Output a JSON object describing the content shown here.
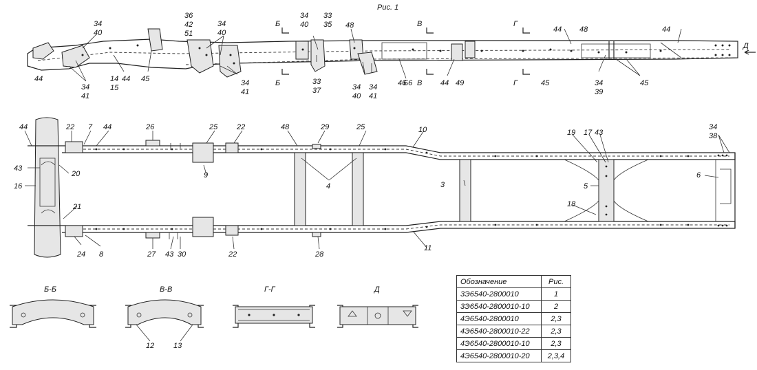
{
  "figure_title": "Рис. 1",
  "top_view_labels": [
    "44",
    "34",
    "40",
    "34",
    "41",
    "14",
    "15",
    "44",
    "45",
    "36",
    "42",
    "51",
    "34",
    "40",
    "34",
    "41",
    "Б",
    "Б",
    "34",
    "40",
    "33",
    "35",
    "33",
    "37",
    "48",
    "34",
    "40",
    "34",
    "41",
    "В",
    "В",
    "46",
    "Б6",
    "44",
    "49",
    "Г",
    "Г",
    "44",
    "48",
    "45",
    "34",
    "39",
    "45",
    "44",
    "Д"
  ],
  "plan_view_labels": [
    "44",
    "7",
    "44",
    "22",
    "43",
    "16",
    "20",
    "21",
    "24",
    "8",
    "26",
    "25",
    "9",
    "22",
    "27",
    "43",
    "30",
    "22",
    "48",
    "29",
    "25",
    "4",
    "28",
    "10",
    "3",
    "11",
    "19",
    "17",
    "43",
    "5",
    "18",
    "34",
    "38",
    "6"
  ],
  "sections": [
    {
      "title": "Б-Б",
      "labels": []
    },
    {
      "title": "В-В",
      "labels": [
        "12",
        "13"
      ]
    },
    {
      "title": "Г-Г",
      "labels": []
    },
    {
      "title": "Д",
      "labels": []
    }
  ],
  "table": {
    "headers": [
      "Обозначение",
      "Рис."
    ],
    "rows": [
      [
        "3Э6540-2800010",
        "1"
      ],
      [
        "3Э6540-2800010-10",
        "2"
      ],
      [
        "4Э6540-2800010",
        "2,3"
      ],
      [
        "4Э6540-2800010-22",
        "2,3"
      ],
      [
        "4Э6540-2800010-10",
        "2,3"
      ],
      [
        "4Э6540-2800010-20",
        "2,3,4"
      ]
    ]
  }
}
